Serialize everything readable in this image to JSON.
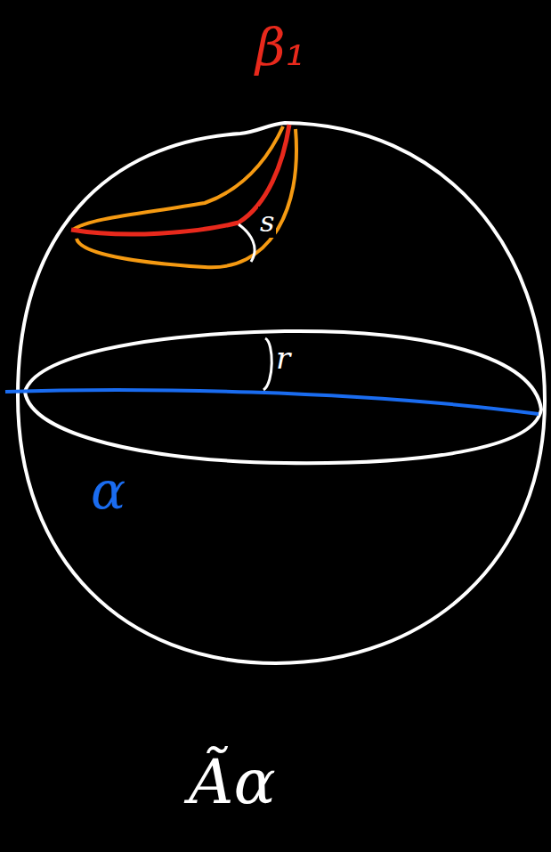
{
  "diagram": {
    "labels": [
      "β₁",
      "s",
      "r",
      "α",
      "Ãα"
    ]
  }
}
